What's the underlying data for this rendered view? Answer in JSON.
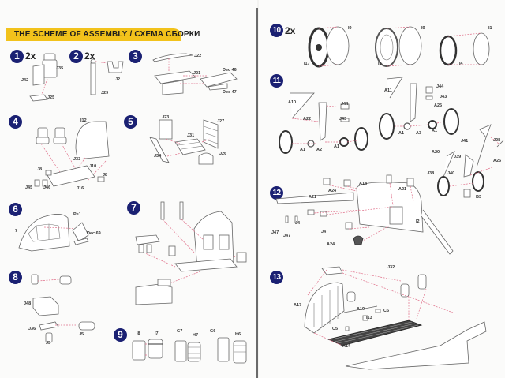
{
  "header": {
    "title": "THE SCHEME OF ASSEMBLY / СХЕМА СБОРКИ",
    "accent_color": "#f2c21b",
    "step_badge_color": "#1b2173"
  },
  "steps": [
    {
      "number": "1",
      "multiplier": "2x",
      "parts": [
        "J35",
        "J42",
        "J25"
      ]
    },
    {
      "number": "2",
      "multiplier": "2x",
      "parts": [
        "J2",
        "J29"
      ]
    },
    {
      "number": "3",
      "parts": [
        "J22",
        "J21",
        "Dec 46",
        "Dec 47"
      ]
    },
    {
      "number": "4",
      "parts": [
        "I12",
        "J33",
        "J10",
        "J8",
        "J8",
        "J45",
        "J46",
        "J16"
      ]
    },
    {
      "number": "5",
      "parts": [
        "J23",
        "J27",
        "J31",
        "J34",
        "J26"
      ]
    },
    {
      "number": "6",
      "parts": [
        "Pe1",
        "7",
        "Dec 69"
      ]
    },
    {
      "number": "7",
      "parts": []
    },
    {
      "number": "8",
      "parts": [
        "J48",
        "J36",
        "J5",
        "J5"
      ]
    },
    {
      "number": "9",
      "parts": [
        "I8",
        "I7",
        "G7",
        "H7",
        "G6",
        "H6"
      ]
    },
    {
      "number": "10",
      "multiplier": "2x",
      "parts": [
        "I9",
        "I17",
        "I9",
        "I3",
        "I1",
        "I4"
      ]
    },
    {
      "number": "11",
      "parts": [
        "A10",
        "J44",
        "A22",
        "J43",
        "A1",
        "A2",
        "A1",
        "A11",
        "J44",
        "J43",
        "A25",
        "A1",
        "A3",
        "A1",
        "J41",
        "J28",
        "A20",
        "J39",
        "A26",
        "J38",
        "J40",
        "B3"
      ]
    },
    {
      "number": "12",
      "parts": [
        "A18",
        "A24",
        "A21",
        "A21",
        "I2",
        "J4",
        "J4",
        "J47",
        "J47",
        "A24"
      ]
    },
    {
      "number": "13",
      "parts": [
        "J32",
        "A17",
        "A19",
        "C6",
        "I13",
        "C5",
        "A14"
      ]
    }
  ]
}
